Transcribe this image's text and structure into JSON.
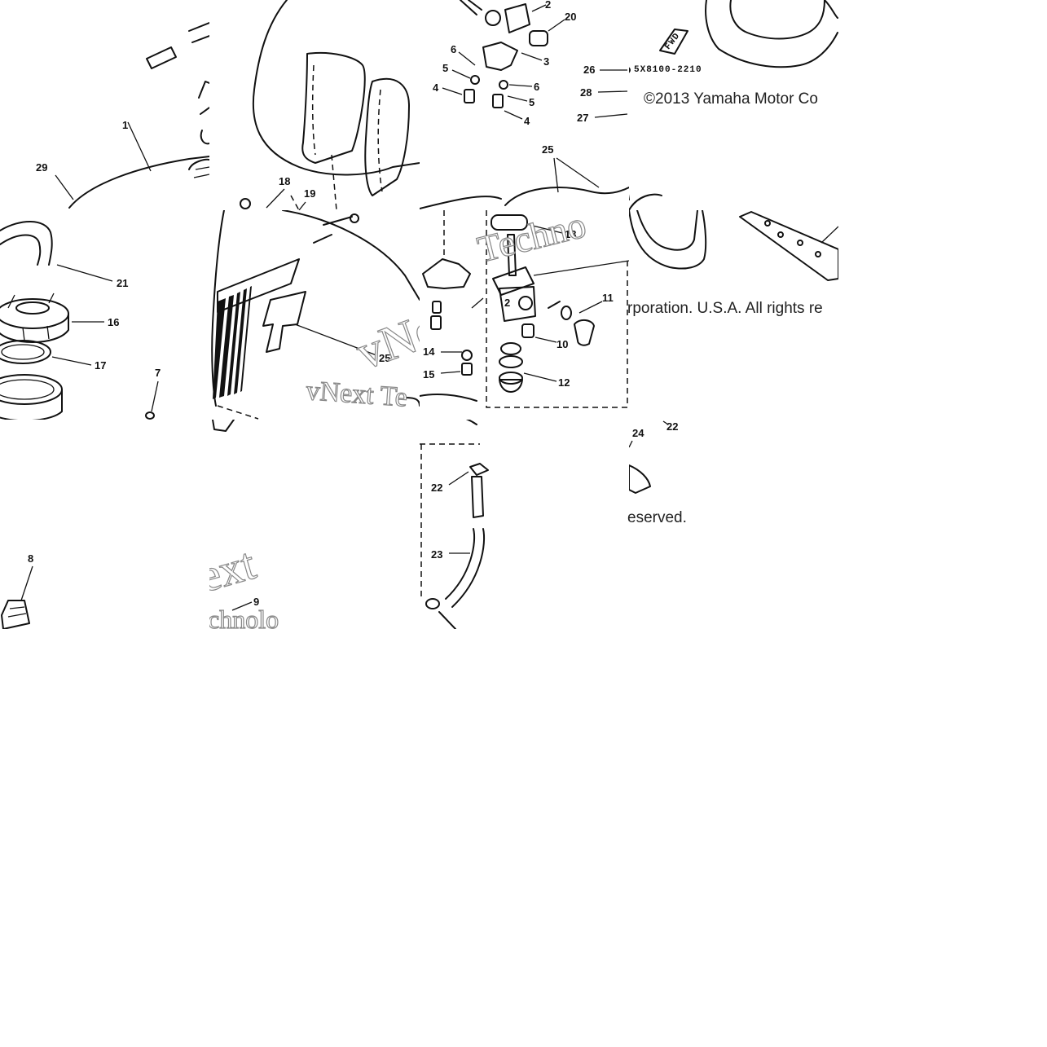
{
  "diagram": {
    "copyright": {
      "part1": "©2013 Yamaha Motor Co",
      "part2": "rporation. U.S.A. All rights re",
      "part3": "eserved."
    },
    "part_code": "5X8100-2210",
    "fwd_label": "FWD",
    "watermark": {
      "t1": "Techno",
      "t2": "vNe",
      "t3": "vNext Te",
      "t4": "ext",
      "t5": "chnolo"
    },
    "callouts": {
      "c1": "1",
      "c2a": "2",
      "c2b": "2",
      "c3": "3",
      "c4a": "4",
      "c4b": "4",
      "c5a": "5",
      "c5b": "5",
      "c6a": "6",
      "c6b": "6",
      "c7": "7",
      "c8": "8",
      "c9": "9",
      "c10": "10",
      "c11": "11",
      "c12": "12",
      "c13": "13",
      "c14": "14",
      "c15": "15",
      "c16": "16",
      "c17": "17",
      "c18": "18",
      "c19": "19",
      "c20": "20",
      "c21": "21",
      "c22a": "22",
      "c22b": "22",
      "c23": "23",
      "c24": "24",
      "c25a": "25",
      "c25b": "25",
      "c26": "26",
      "c27": "27",
      "c28": "28",
      "c29": "29"
    }
  }
}
